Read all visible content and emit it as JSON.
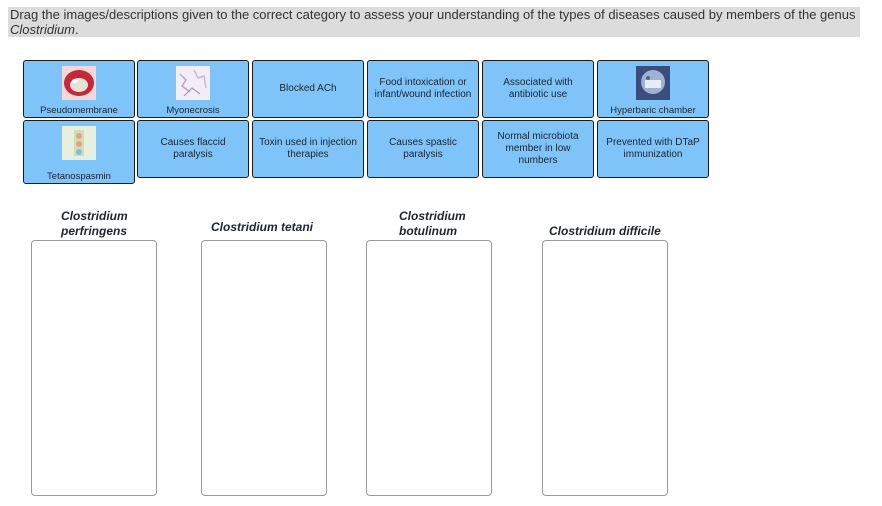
{
  "instructions": {
    "text_main": "Drag the images/descriptions given to the correct category to assess your understanding of the types of diseases caused by members of the genus ",
    "text_emph": "Clostridium",
    "text_end": "."
  },
  "tiles": [
    {
      "label": "Pseudomembrane",
      "icon": "pseudomembrane-photo-icon"
    },
    {
      "label": "Myonecrosis",
      "icon": "myonecrosis-photo-icon"
    },
    {
      "label": "Blocked ACh"
    },
    {
      "label": "Food intoxication or infant/wound infection"
    },
    {
      "label": "Associated with antibiotic use"
    },
    {
      "label": "Hyperbaric chamber",
      "icon": "hyperbaric-chamber-photo-icon"
    },
    {
      "label": "Tetanospasmin",
      "icon": "tetanospasmin-diagram-icon"
    },
    {
      "label": "Causes flaccid paralysis"
    },
    {
      "label": "Toxin used in injection therapies"
    },
    {
      "label": "Causes spastic paralysis"
    },
    {
      "label": "Normal microbiota member in low numbers"
    },
    {
      "label": "Prevented with DTaP immunization"
    }
  ],
  "categories": [
    {
      "label": "Clostridium perfringens"
    },
    {
      "label": "Clostridium tetani"
    },
    {
      "label": "Clostridium botulinum"
    },
    {
      "label": "Clostridium difficile"
    }
  ],
  "colors": {
    "tile_bg": "#7fc4f8",
    "tile_border": "#1a1a1a",
    "instructions_bg": "#dcdcdc"
  }
}
